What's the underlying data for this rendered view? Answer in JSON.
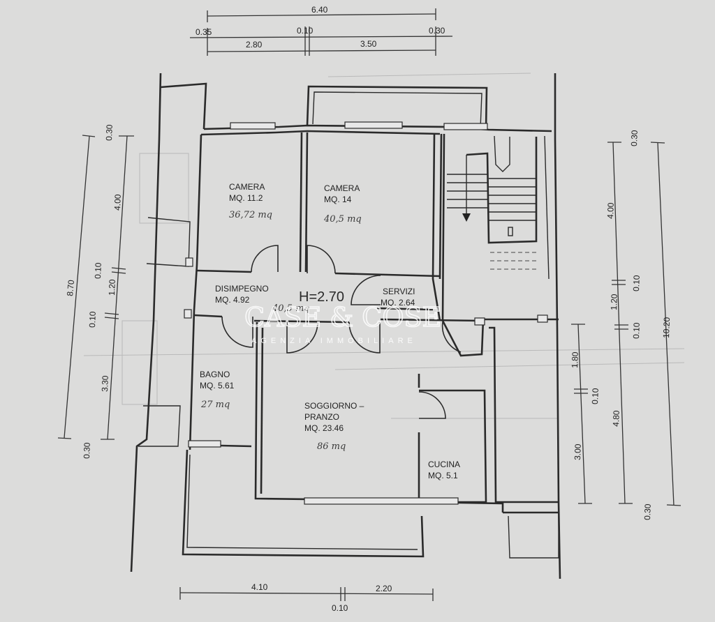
{
  "rooms": {
    "camera1": {
      "name": "CAMERA",
      "area": "MQ.  11.2",
      "handwritten": "36,72 mq"
    },
    "camera2": {
      "name": "CAMERA",
      "area": "MQ.  14",
      "handwritten": "40,5 mq"
    },
    "disimpegno": {
      "name": "DISIMPEGNO",
      "area": "MQ.  4.92",
      "handwritten": "40,5 mq"
    },
    "servizi": {
      "name": "SERVIZI",
      "area": "MQ.  2.64"
    },
    "bagno": {
      "name": "BAGNO",
      "area": "MQ.  5.61",
      "handwritten": "27 mq"
    },
    "soggiorno": {
      "name_line1": "SOGGIORNO  –",
      "name_line2": "PRANZO",
      "area": "MQ.  23.46",
      "handwritten": "86 mq"
    },
    "cucina": {
      "name": "CUCINA",
      "area": "MQ.  5.1"
    }
  },
  "height_label": "H=2.70",
  "watermark": {
    "brand": "CASE & COSE",
    "sub": "AGENZIA  IMMOBILIARE"
  },
  "dimensions": {
    "top_total": "6.40",
    "top_a": "0.35",
    "top_b": "0.10",
    "top_c": "0.30",
    "top_d": "2.80",
    "top_e": "3.50",
    "left_total": "8.70",
    "left_a": "0.30",
    "left_b": "4.00",
    "left_c": "0.10",
    "left_d": "1.20",
    "left_e": "0.10",
    "left_f": "3.30",
    "left_g": "0.30",
    "right_total": "10.20",
    "right_a": "0.30",
    "right_b": "4.00",
    "right_c": "0.10",
    "right_d": "1.20",
    "right_e": "0.10",
    "right_f": "4.80",
    "right_g": "0.30",
    "mid_a": "1.80",
    "mid_b": "0.10",
    "mid_c": "3.00",
    "bottom_a": "4.10",
    "bottom_b": "2.20",
    "bottom_c": "0.10"
  }
}
